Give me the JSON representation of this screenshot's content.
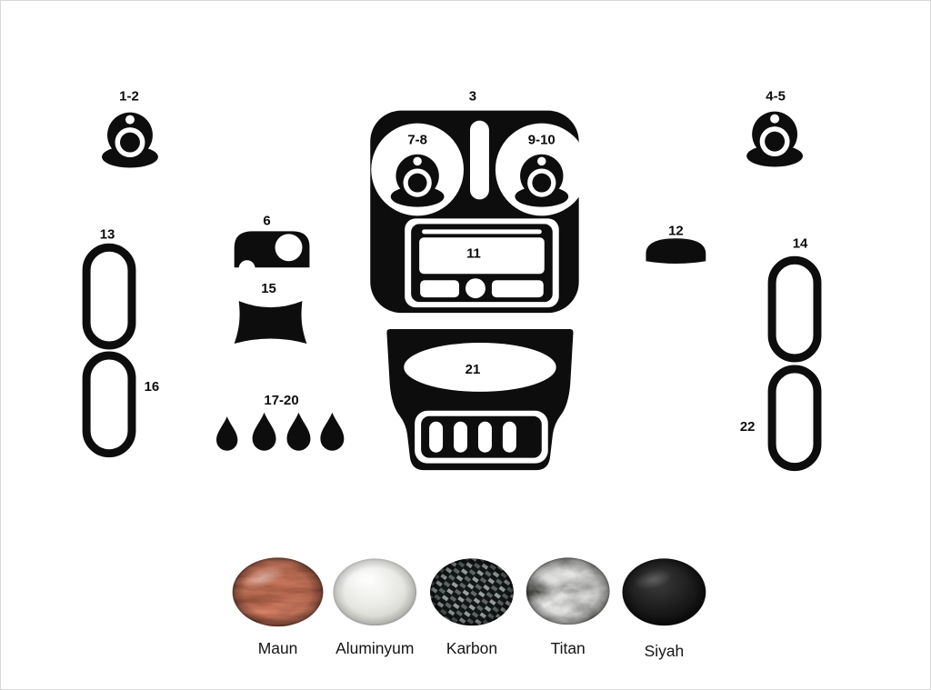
{
  "diagram": {
    "shape_color": "#0d0d0d",
    "background": "#ffffff",
    "labels": {
      "p1_2": "1-2",
      "p3": "3",
      "p4_5": "4-5",
      "p6": "6",
      "p7_8": "7-8",
      "p9_10": "9-10",
      "p11": "11",
      "p12": "12",
      "p13": "13",
      "p14": "14",
      "p15": "15",
      "p16": "16",
      "p17_20": "17-20",
      "p21": "21",
      "p22": "22"
    }
  },
  "materials": {
    "swatches": [
      {
        "label": "Maun",
        "color": "#4c130b"
      },
      {
        "label": "Aluminyum",
        "color": "#dcdcd6"
      },
      {
        "label": "Karbon",
        "color": "#3a3f3f"
      },
      {
        "label": "Titan",
        "color": "#8a8a86"
      },
      {
        "label": "Siyah",
        "color": "#111111"
      }
    ]
  }
}
